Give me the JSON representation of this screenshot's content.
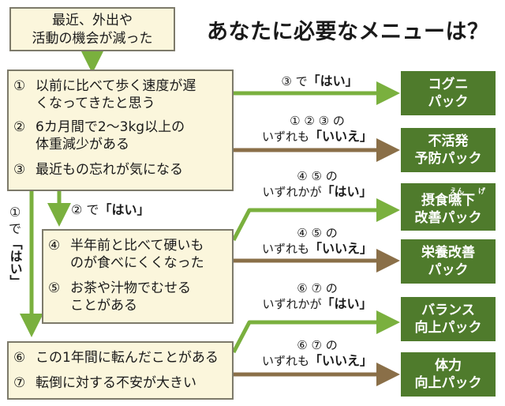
{
  "title": "あなたに必要なメニューは？",
  "start": {
    "line1": "最近、外出や",
    "line2": "活動の機会が減った"
  },
  "group_a": [
    {
      "num": "①",
      "line1": "以前に比べて歩く速度が遅",
      "line2": "くなってきたと思う"
    },
    {
      "num": "②",
      "line1": "6カ月間で2～3kg以上の",
      "line2": "体重減少がある"
    },
    {
      "num": "③",
      "line1": "最近もの忘れが気になる",
      "line2": ""
    }
  ],
  "group_b": [
    {
      "num": "④",
      "line1": "半年前と比べて硬いも",
      "line2": "のが食べにくくなった"
    },
    {
      "num": "⑤",
      "line1": "お茶や汁物でむせる",
      "line2": "ことがある"
    }
  ],
  "group_c": [
    {
      "num": "⑥",
      "line1": "この1年間に転んだことがある"
    },
    {
      "num": "⑦",
      "line1": "転倒に対する不安が大きい"
    }
  ],
  "branch_labels": {
    "a_to_b": {
      "pre": "② で",
      "ans": "「はい」"
    },
    "a_to_c": {
      "v1": "①",
      "v2": "で",
      "v3": "「はい」"
    }
  },
  "edge_labels": [
    {
      "line1": "③ で",
      "ans": "「はい」"
    },
    {
      "line1": "① ② ③ の",
      "line2pre": "いずれも",
      "ans": "「いいえ」"
    },
    {
      "line1": "④ ⑤ の",
      "line2pre": "いずれかが",
      "ans": "「はい」"
    },
    {
      "line1": "④ ⑤ の",
      "line2pre": "いずれも",
      "ans": "「いいえ」"
    },
    {
      "line1": "⑥ ⑦ の",
      "line2pre": "いずれかが",
      "ans": "「はい」"
    },
    {
      "line1": "⑥ ⑦ の",
      "line2pre": "いずれも",
      "ans": "「いいえ」"
    }
  ],
  "packs": [
    {
      "line1": "コグニ",
      "line2": "パック"
    },
    {
      "line1": "不活発",
      "line2": "予防パック"
    },
    {
      "line1": "摂食嚥下",
      "line2": "改善パック",
      "ruby1": "えん",
      "ruby2": "げ"
    },
    {
      "line1": "栄養改善",
      "line2": "パック"
    },
    {
      "line1": "バランス",
      "line2": "向上パック"
    },
    {
      "line1": "体力",
      "line2": "向上パック"
    }
  ],
  "colors": {
    "green_arrow": "#7ab03e",
    "brown_arrow": "#8a6f48",
    "pack_bg": "#4f7b2c",
    "box_bg": "#fbf6dc"
  }
}
